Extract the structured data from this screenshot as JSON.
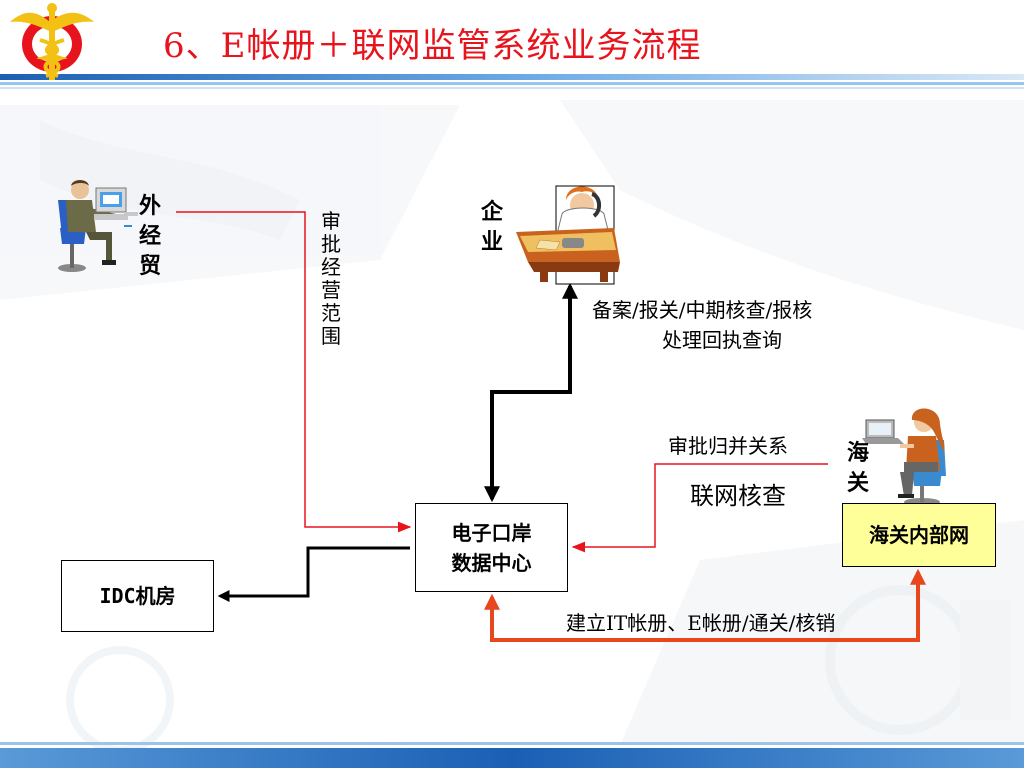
{
  "title": "6、E帐册＋联网监管系统业务流程",
  "nodes": {
    "data_center": [
      "电子口岸",
      "数据中心"
    ],
    "idc": "IDC机房",
    "customs_intranet": "海关内部网",
    "foreign_trade": [
      "外",
      "经",
      "贸"
    ],
    "enterprise": [
      "企",
      "业"
    ],
    "customs": [
      "海",
      "关"
    ]
  },
  "edges": {
    "approve_scope": [
      "审",
      "批",
      "经",
      "营",
      "范",
      "围"
    ],
    "enterprise_ops_line1": "备案/报关/中期核查/报核",
    "enterprise_ops_line2": "处理回执查询",
    "approve_merge": "审批归并关系",
    "network_check": "联网核查",
    "establish_books": "建立IT帐册、E帐册/通关/核销"
  },
  "colors": {
    "title": "#e8141d",
    "thin_arrow": "#e8141d",
    "thick_red_arrow": "#e8461d",
    "thick_black_arrow": "#000000",
    "header_blue": "#2a78c8",
    "customs_box_fill": "#ffff99"
  },
  "icons": [
    "customs-caduceus-logo-icon",
    "man-at-computer-icon",
    "woman-on-phone-at-desk-icon",
    "woman-at-laptop-icon"
  ]
}
